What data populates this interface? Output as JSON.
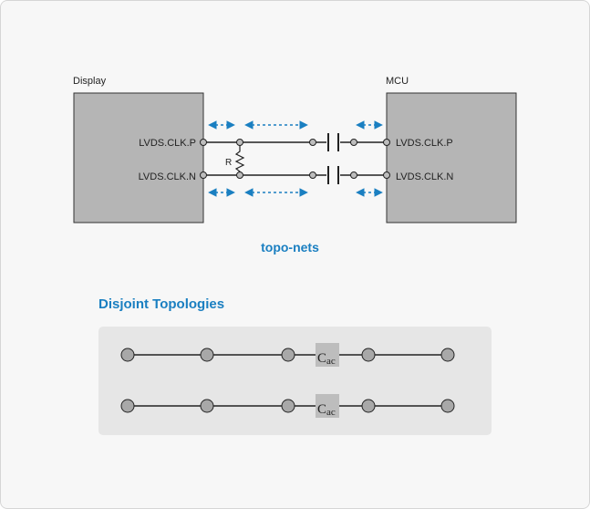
{
  "schematic": {
    "left_block_label": "Display",
    "right_block_label": "MCU",
    "pin_p_left": "LVDS.CLK.P",
    "pin_n_left": "LVDS.CLK.N",
    "pin_p_right": "LVDS.CLK.P",
    "pin_n_right": "LVDS.CLK.N",
    "resistor_label": "R",
    "caption": "topo-nets"
  },
  "topologies": {
    "heading": "Disjoint Topologies",
    "cap_main": "C",
    "cap_sub": "ac"
  },
  "colors": {
    "accent": "#1a7fc1",
    "block_fill": "#b5b5b5",
    "panel": "#e6e6e6",
    "node": "#a8a8a8"
  }
}
